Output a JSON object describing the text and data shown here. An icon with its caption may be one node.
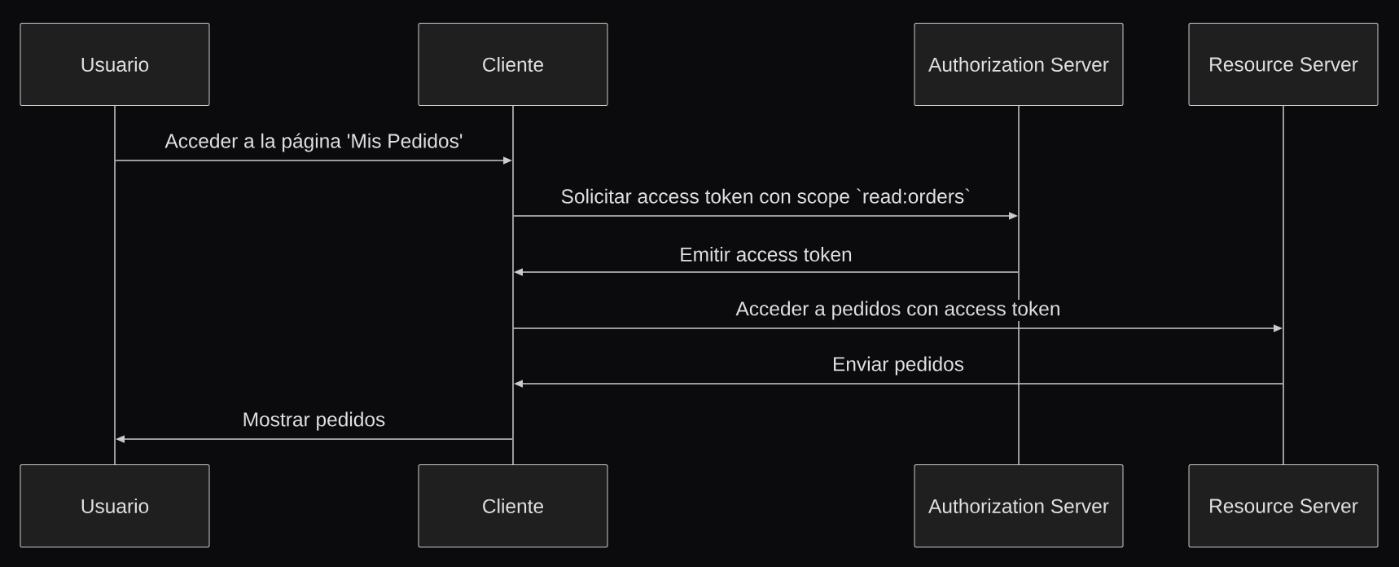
{
  "diagram": {
    "nodes": [
      {
        "text": [
          "Usuario"
        ]
      },
      {
        "text": [
          "Cliente"
        ]
      },
      {
        "text": [
          "Authorization Server"
        ]
      },
      {
        "text": [
          "Resource Server"
        ]
      },
      {
        "text": [],
        "shape": "bar"
      },
      {
        "text": [],
        "shape": "bar"
      },
      {
        "text": [],
        "shape": "bar"
      },
      {
        "text": [],
        "shape": "bar"
      },
      {
        "text": [
          "Usuario"
        ]
      },
      {
        "text": [
          "Cliente"
        ]
      },
      {
        "text": [
          "Authorization Server"
        ]
      },
      {
        "text": [
          "Resource Server"
        ]
      }
    ],
    "edges": [
      {
        "from": 4,
        "to": 5,
        "arrow": "to",
        "label": "Acceder a la página 'Mis Pedidos'"
      },
      {
        "from": 5,
        "to": 6,
        "arrow": "to",
        "label": "Solicitar access token con scope `read:orders`"
      },
      {
        "from": 6,
        "to": 5,
        "arrow": "to",
        "label": "Emitir access token"
      },
      {
        "from": 5,
        "to": 7,
        "arrow": "to",
        "label": "Acceder a pedidos con access token"
      },
      {
        "from": 7,
        "to": 5,
        "arrow": "to",
        "label": "Enviar pedidos"
      },
      {
        "from": 5,
        "to": 4,
        "arrow": "to",
        "label": "Mostrar pedidos"
      }
    ]
  }
}
